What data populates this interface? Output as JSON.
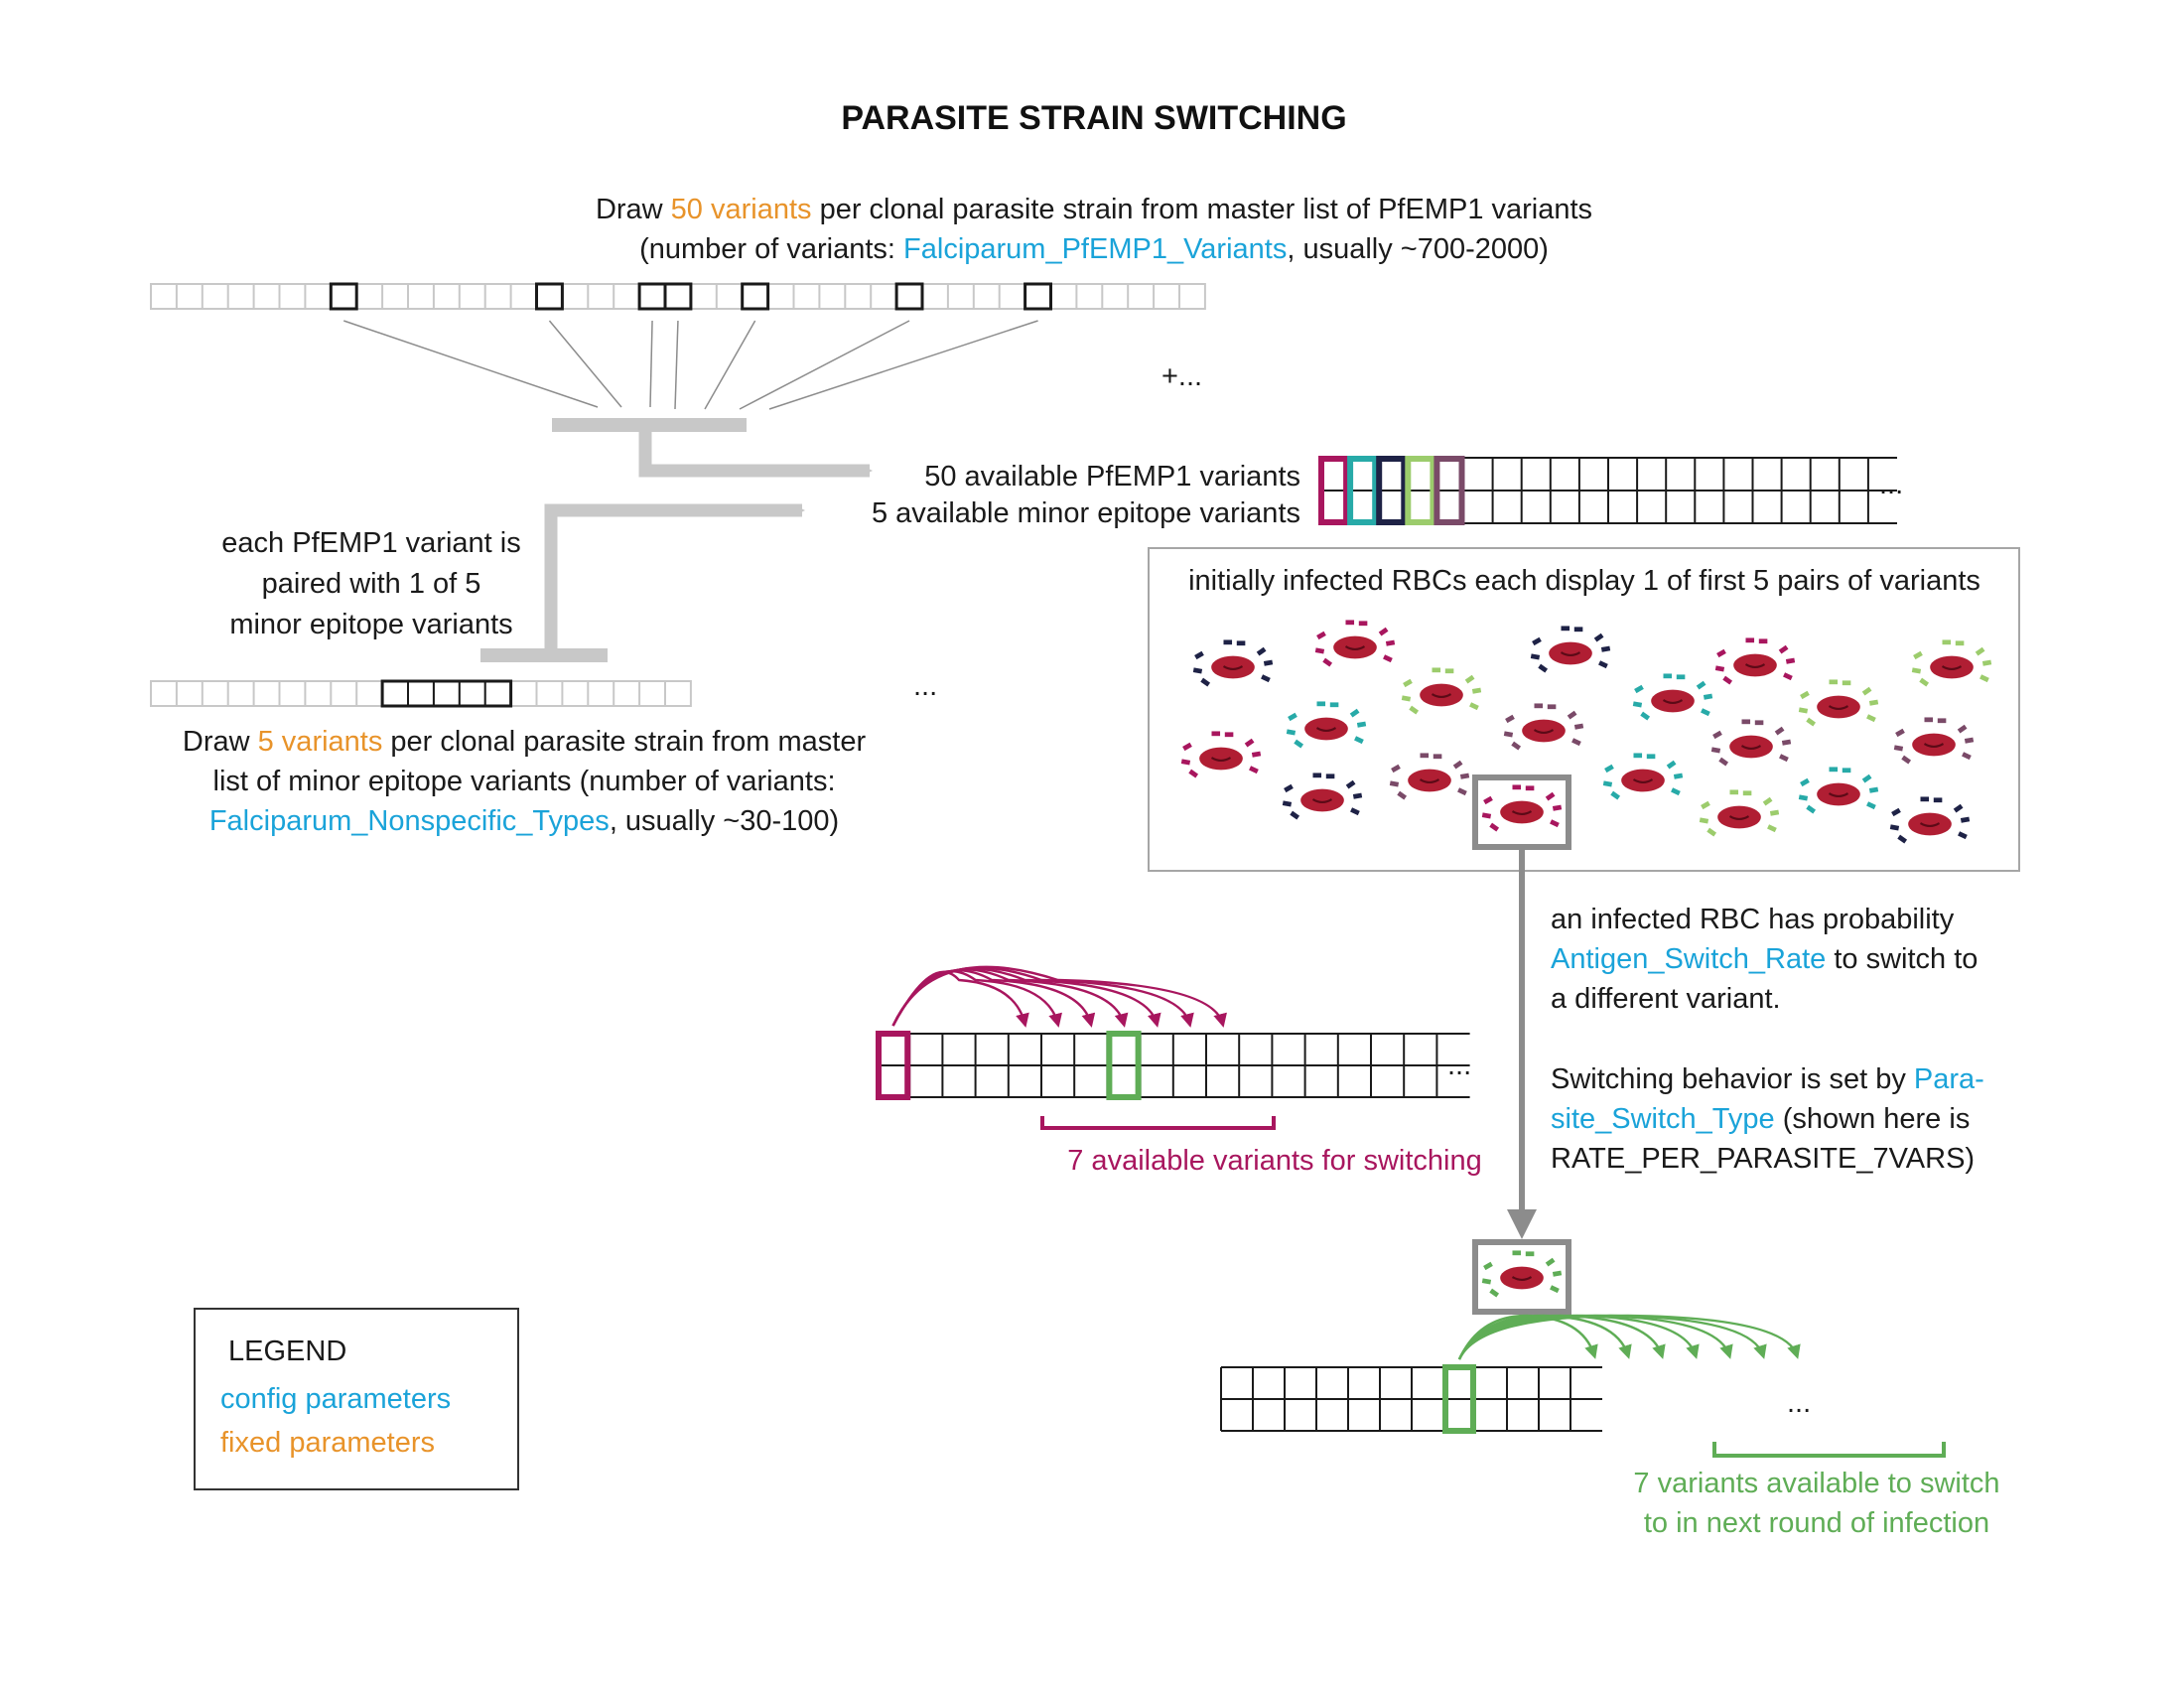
{
  "title": "PARASITE STRAIN SWITCHING",
  "colors": {
    "config": "#1aa3d9",
    "fixed": "#e8932a",
    "magenta": "#a8165e",
    "green": "#5fad56",
    "teal": "#27aaa8",
    "navy": "#1e2246",
    "lightgreen": "#9ccc6c",
    "plum": "#7a4a68",
    "rbc": "#b01e33",
    "gray": "#8c8c8c",
    "lightgray": "#c8c8c8"
  },
  "draw50": {
    "line1_pre": "Draw ",
    "line1_fixed": "50 variants",
    "line1_post": " per clonal parasite strain from master list of PfEMP1 variants",
    "line2_pre": "(number of variants: ",
    "line2_config": "Falciparum_PfEMP1_Variants",
    "line2_post": ", usually ~700-2000)",
    "more": "+..."
  },
  "available": {
    "pfemp1": "50 available PfEMP1 variants",
    "minor": "5 available minor epitope variants",
    "ellipsis": "..."
  },
  "paired": {
    "line1": "each PfEMP1 variant is",
    "line2": "paired with 1 of 5",
    "line3": "minor epitope variants"
  },
  "minor_list": {
    "ellipsis": "..."
  },
  "draw5": {
    "line1_pre": "Draw ",
    "line1_fixed": "5 variants",
    "line1_post": " per clonal parasite strain from master",
    "line2": "list of minor epitope variants (number of variants:",
    "line3_config": "Falciparum_Nonspecific_Types",
    "line3_post": ", usually ~30-100)"
  },
  "rbc_box": {
    "caption": "initially infected RBCs each display 1 of first 5 pairs of variants"
  },
  "switch_text": {
    "line1": "an infected RBC has probability",
    "line2_config": "Antigen_Switch_Rate",
    "line2_post": " to switch to",
    "line3": "a different variant.",
    "line4_pre": "Switching behavior is set by ",
    "line4_config": "Para-",
    "line5_config": "site_Switch_Type",
    "line5_post": " (shown here is",
    "line6": "RATE_PER_PARASITE_7VARS)"
  },
  "switch_array": {
    "ellipsis": "...",
    "bracket_label": "7 available variants for switching"
  },
  "next_array": {
    "ellipsis": "...",
    "bracket_line1": "7 variants available to switch",
    "bracket_line2": "to in next round of infection"
  },
  "legend": {
    "heading": "LEGEND",
    "config": "config parameters",
    "fixed": "fixed parameters"
  }
}
